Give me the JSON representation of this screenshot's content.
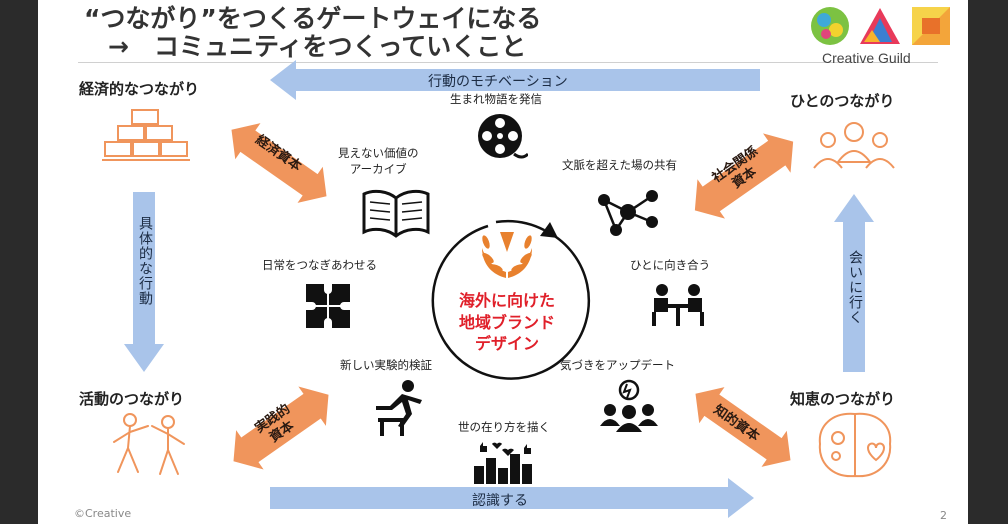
{
  "title": {
    "line1": "“つながり”をつくるゲートウェイになる",
    "line2": "→　コミュニティをつくっていくこと"
  },
  "logo": {
    "text": "Creative Guild"
  },
  "corners": {
    "top_left": "経済的なつながり",
    "top_right": "ひとのつながり",
    "bottom_left": "活動のつながり",
    "bottom_right": "知恵のつながり"
  },
  "arrows": {
    "top": "行動のモチベーション",
    "bottom": "認識する",
    "left": "具体的な行動",
    "right": "会いに行く"
  },
  "diagonals": {
    "top_left": [
      "経済資本"
    ],
    "top_right": [
      "社会関係",
      "資本"
    ],
    "bottom_left": [
      "実践的",
      "資本"
    ],
    "bottom_right": [
      "知的資本"
    ]
  },
  "center": {
    "lines": [
      "海外に向けた",
      "地域ブランド",
      "デザイン"
    ]
  },
  "labels": {
    "story": "生まれ物語を発信",
    "archive": [
      "見えない価値の",
      "アーカイブ"
    ],
    "share": "文脈を超えた場の共有",
    "daily": "日常をつなぎあわせる",
    "face": "ひとに向き合う",
    "experiment": "新しい実験的検証",
    "update": "気づきをアップデート",
    "world": "世の在り方を描く"
  },
  "colors": {
    "orange": "#f0955c",
    "blue_arrow": "#a9c4ea",
    "center_red": "#e0202a",
    "laurel": "#e8812e"
  },
  "footer": {
    "copyright": "©Creative",
    "page": "2"
  }
}
